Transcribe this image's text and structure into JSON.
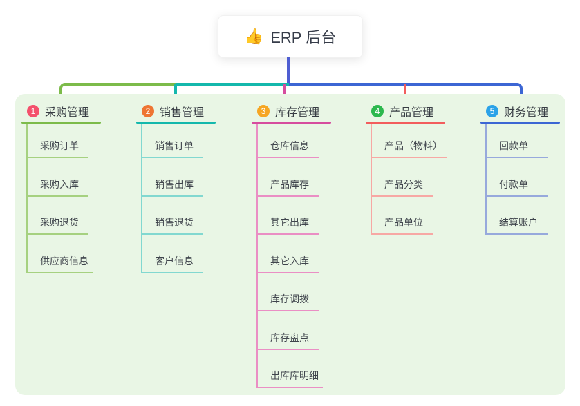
{
  "root": {
    "icon": "👍",
    "label": "ERP 后台"
  },
  "connectors": {
    "root_color": "#4f5ed2"
  },
  "panel": {
    "background": "#e9f6e5"
  },
  "branches": [
    {
      "index": "1",
      "label": "采购管理",
      "badge_color": "#f4516c",
      "line_color": "#7cbb4a",
      "sub_line_color": "#a6d180",
      "children": [
        "采购订单",
        "采购入库",
        "采购退货",
        "供应商信息"
      ]
    },
    {
      "index": "2",
      "label": "销售管理",
      "badge_color": "#ee7533",
      "line_color": "#14b8ac",
      "sub_line_color": "#82d8d0",
      "children": [
        "销售订单",
        "销售出库",
        "销售退货",
        "客户信息"
      ]
    },
    {
      "index": "3",
      "label": "库存管理",
      "badge_color": "#f6a623",
      "line_color": "#d64d9e",
      "sub_line_color": "#ea8ec4",
      "children": [
        "仓库信息",
        "产品库存",
        "其它出库",
        "其它入库",
        "库存调拨",
        "库存盘点",
        "出库库明细"
      ]
    },
    {
      "index": "4",
      "label": "产品管理",
      "badge_color": "#2db84e",
      "line_color": "#f25d5d",
      "sub_line_color": "#f7a8a4",
      "children": [
        "产品（物料）",
        "产品分类",
        "产品单位"
      ]
    },
    {
      "index": "5",
      "label": "财务管理",
      "badge_color": "#2ba2e8",
      "line_color": "#3c66d4",
      "sub_line_color": "#97a9dc",
      "children": [
        "回款单",
        "付款单",
        "结算账户"
      ]
    }
  ]
}
